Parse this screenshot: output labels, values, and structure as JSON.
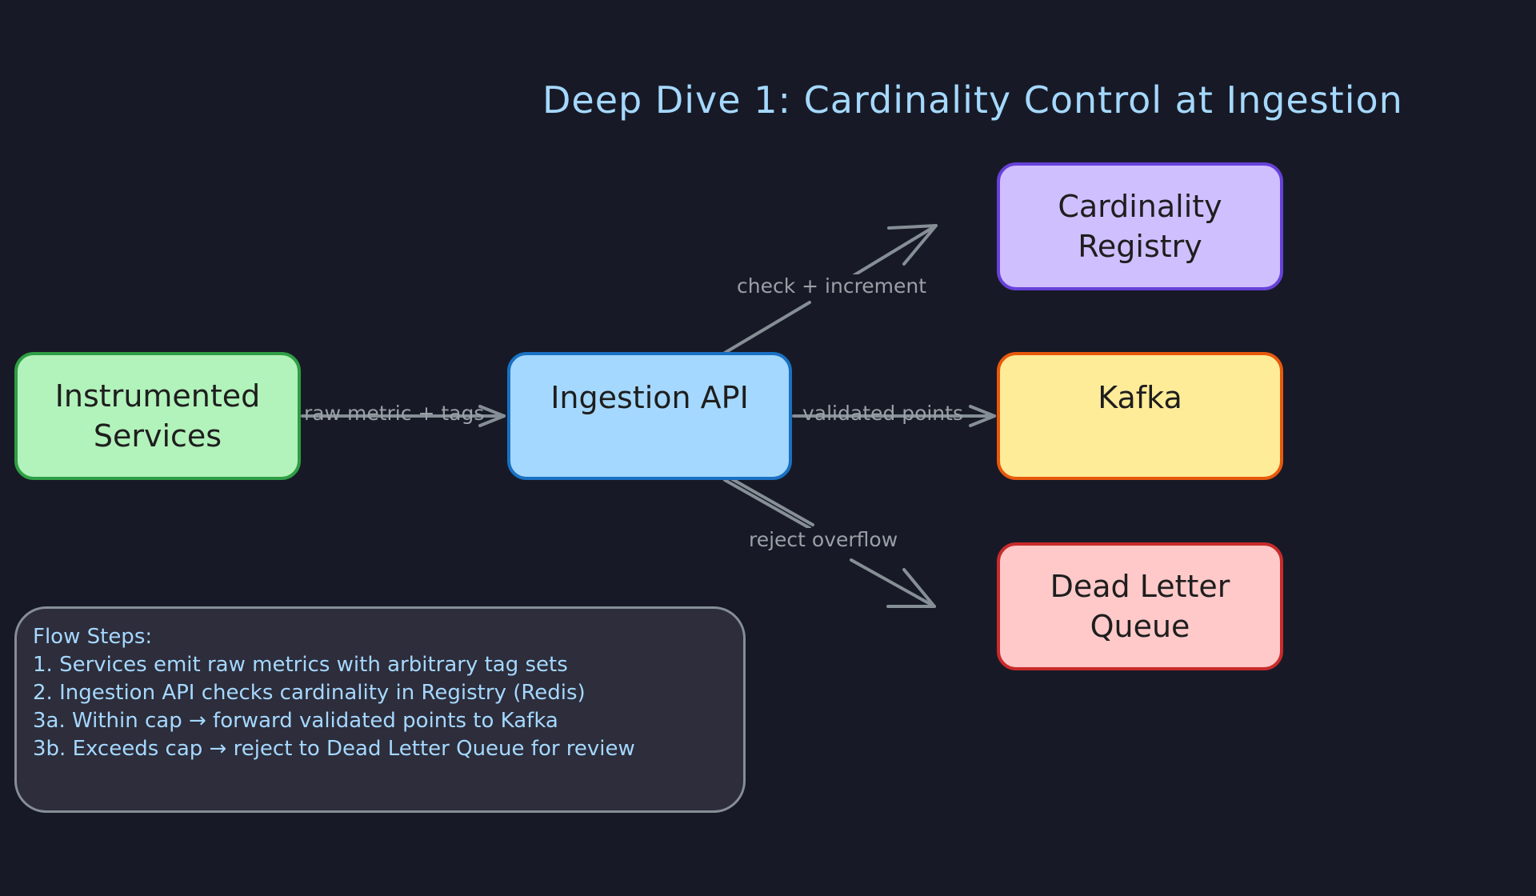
{
  "title": "Deep Dive 1: Cardinality Control at Ingestion",
  "nodes": {
    "instrumented_services": {
      "line1": "Instrumented",
      "line2": "Services",
      "fill": "#b2f2bb",
      "stroke": "#2f9e44"
    },
    "ingestion_api": {
      "line1": "Ingestion API",
      "fill": "#a5d8ff",
      "stroke": "#1971c2"
    },
    "cardinality_registry": {
      "line1": "Cardinality",
      "line2": "Registry",
      "fill": "#d0bfff",
      "stroke": "#6741d9"
    },
    "kafka": {
      "line1": "Kafka",
      "fill": "#ffec99",
      "stroke": "#e8590c"
    },
    "dead_letter_queue": {
      "line1": "Dead Letter",
      "line2": "Queue",
      "fill": "#ffc9c9",
      "stroke": "#c92a2a"
    }
  },
  "edges": {
    "raw_metric": "raw metric + tags",
    "check_increment": "check + increment",
    "validated_points": "validated points",
    "reject_overflow": "reject overflow"
  },
  "notes": {
    "heading": "Flow Steps:",
    "steps": [
      "1. Services emit raw metrics with arbitrary tag sets",
      "2. Ingestion API checks cardinality in Registry (Redis)",
      "3a. Within cap → forward validated points to Kafka",
      "3b. Exceeds cap → reject to Dead Letter Queue for review"
    ]
  },
  "colors": {
    "background": "#171a26",
    "title": "#a5d8ff",
    "edge": "#868e96",
    "edge_label": "#9aa0a6",
    "notes_fill": "#2d2d3b",
    "notes_text": "#a5d8ff"
  }
}
